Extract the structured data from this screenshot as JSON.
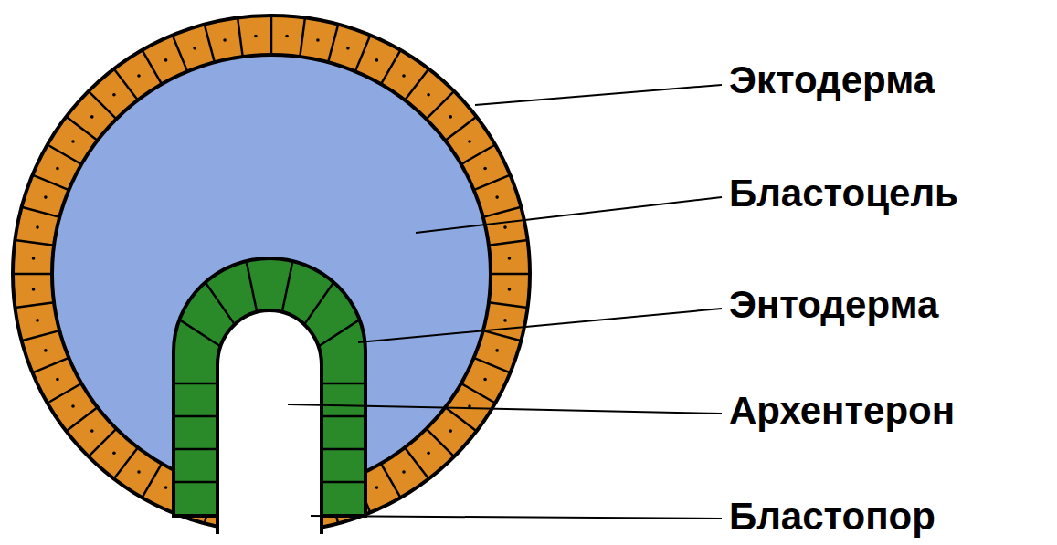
{
  "diagram": {
    "labels": [
      "Эктодерма",
      "Бластоцель",
      "Энтодерма",
      "Архентерон",
      "Бластопор"
    ]
  }
}
